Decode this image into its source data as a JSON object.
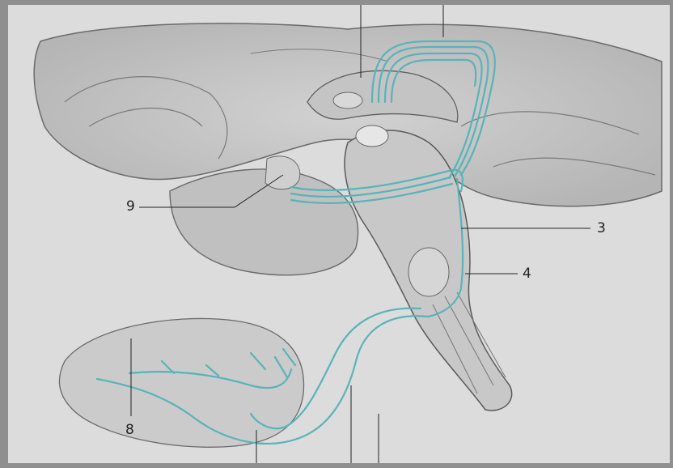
{
  "labels": {
    "l3": "3",
    "l4": "4",
    "l8": "8",
    "l9": "9"
  },
  "colors": {
    "background": "#dcdcdc",
    "pathway": "#5ab3b8",
    "outline": "#555555",
    "shading": "#b9b9b9"
  }
}
